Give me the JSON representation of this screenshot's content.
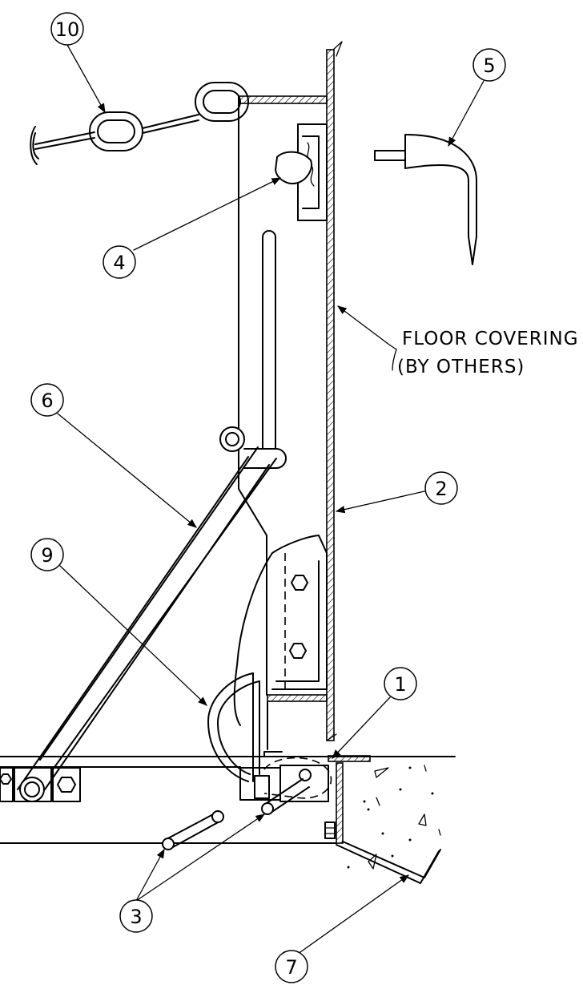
{
  "callouts": [
    {
      "id": "c10",
      "label": "10"
    },
    {
      "id": "c5",
      "label": "5"
    },
    {
      "id": "c4",
      "label": "4"
    },
    {
      "id": "c6",
      "label": "6"
    },
    {
      "id": "c2",
      "label": "2"
    },
    {
      "id": "c9",
      "label": "9"
    },
    {
      "id": "c1",
      "label": "1"
    },
    {
      "id": "c3",
      "label": "3"
    },
    {
      "id": "c7",
      "label": "7"
    }
  ],
  "notes": {
    "floor_covering_line1": "FLOOR COVERING",
    "floor_covering_line2": "(BY OTHERS)"
  },
  "colors": {
    "line": "#000000",
    "background": "#ffffff"
  }
}
